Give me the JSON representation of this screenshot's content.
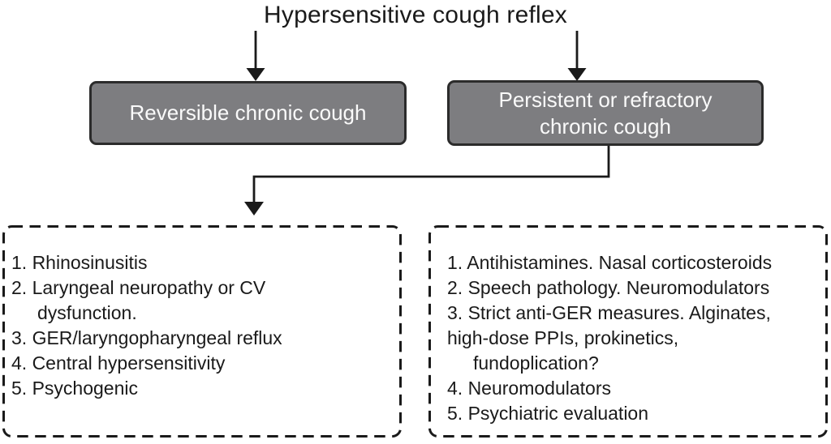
{
  "title": "Hypersensitive cough reflex",
  "boxes": {
    "reversible": {
      "lines": [
        {
          "text": "Reversible chronic cough"
        }
      ]
    },
    "persistent": {
      "lines": [
        {
          "text": "Persistent or refractory"
        },
        {
          "text": "chronic cough"
        }
      ]
    }
  },
  "panels": {
    "differential_diagnoses": {
      "lines": [
        {
          "text": "1. Rhinosinusitis",
          "indent": 0
        },
        {
          "text": "2. Laryngeal neuropathy or CV",
          "indent": 0
        },
        {
          "text": "dysfunction.",
          "indent": 1
        },
        {
          "text": "3. GER/laryngopharyngeal reflux",
          "indent": 0
        },
        {
          "text": "4. Central hypersensitivity",
          "indent": 0
        },
        {
          "text": "5. Psychogenic",
          "indent": 0
        }
      ]
    },
    "treatments": {
      "lines": [
        {
          "text": "1. Antihistamines. Nasal corticosteroids",
          "indent": 0
        },
        {
          "text": "2. Speech pathology. Neuromodulators",
          "indent": 0
        },
        {
          "text": "3. Strict anti-GER measures. Alginates,",
          "indent": 0
        },
        {
          "text": "high-dose PPIs, prokinetics,",
          "indent": 0
        },
        {
          "text": "fundoplication?",
          "indent": 1
        },
        {
          "text": "4. Neuromodulators",
          "indent": 0
        },
        {
          "text": "5. Psychiatric evaluation",
          "indent": 0
        }
      ]
    }
  },
  "icons": {
    "down_arrow_left": "down-arrow-icon",
    "down_arrow_right": "down-arrow-icon",
    "elbow_arrow": "elbow-down-arrow-icon"
  },
  "colors": {
    "background": "#ffffff",
    "ink": "#1a1a1a",
    "box_fill": "#7d7d80",
    "box_border": "#2b2b2b",
    "box_text": "#fafafa"
  }
}
